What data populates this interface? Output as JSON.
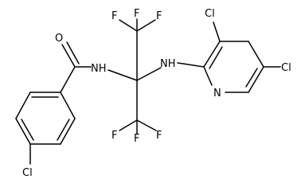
{
  "molecule": {
    "atoms": {
      "o": "O",
      "nh_amide": "NH",
      "nh_amine": "NH",
      "n_ring": "N",
      "f1": "F",
      "f2": "F",
      "f3": "F",
      "f4": "F",
      "f5": "F",
      "f6": "F",
      "cl_aryl": "Cl",
      "cl_3": "Cl",
      "cl_5": "Cl"
    }
  }
}
